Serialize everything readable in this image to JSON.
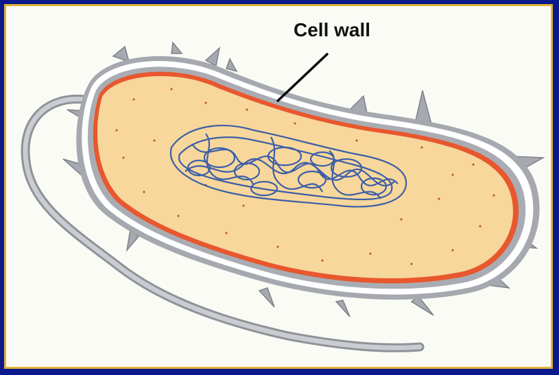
{
  "labels": {
    "cell_wall": "Cell wall"
  },
  "colors": {
    "background_outer": "#0a1a8c",
    "frame_border": "#e3b437",
    "panel": "#fbfbf6",
    "cytoplasm": "#f7d79b",
    "plasma_membrane": "#e8572e",
    "cell_wall": "#9ea3aa",
    "nucleoid_dna": "#3b5ea8",
    "ribosome_dots": "#b84a35"
  },
  "icons": [
    "bacterium-illustration",
    "flagellum",
    "pili",
    "nucleoid",
    "leader-line"
  ]
}
